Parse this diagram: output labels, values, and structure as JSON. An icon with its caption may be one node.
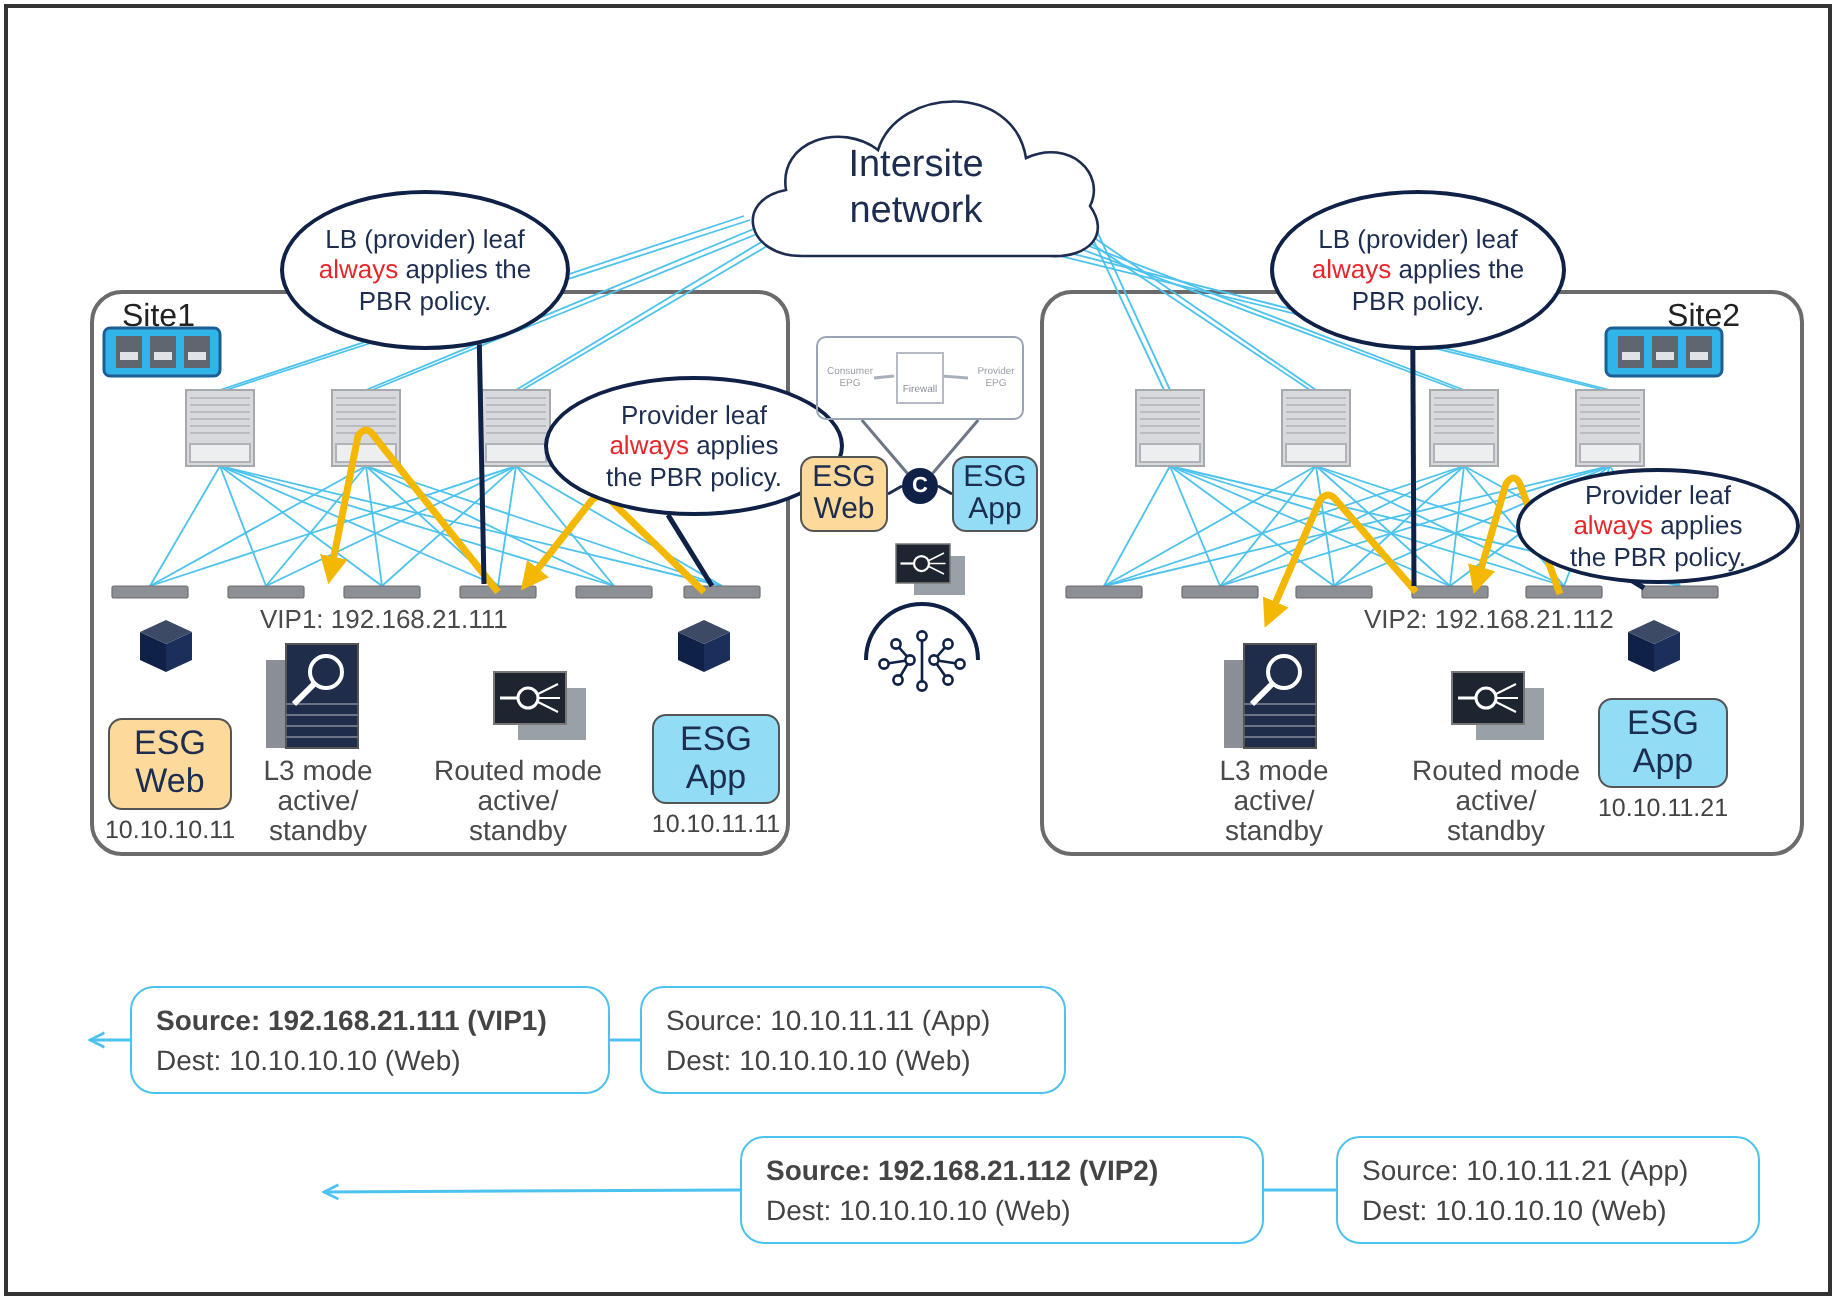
{
  "diagram": {
    "nodes": [
      {
        "text": [
          "Intersite network"
        ]
      },
      {
        "text": [
          "LB (provider) leaf always applies the PBR policy."
        ]
      },
      {
        "text": [
          "Site1"
        ]
      },
      {
        "text": [
          "Provider leaf always applies the PBR policy."
        ]
      },
      {
        "text": [
          "ESG Web"
        ],
        "in": 2,
        "beside": [
          "10.10.10.11"
        ]
      },
      {
        "text": [
          "ESG App"
        ],
        "in": 2,
        "beside": [
          "10.10.11.11"
        ]
      },
      {
        "text": [
          "LB (provider) leaf always applies the PBR policy."
        ]
      },
      {
        "text": [
          "Site2"
        ]
      },
      {
        "text": [
          "Provider leaf always applies the PBR policy."
        ],
        "in": 7
      },
      {
        "text": [
          "ESG App"
        ],
        "in": 7,
        "beside": [
          "10.10.11.21"
        ]
      },
      {
        "text": [],
        "shape": "box"
      },
      {
        "text": [
          "Consumer EPG"
        ],
        "in": 10
      },
      {
        "text": [
          "Firewall"
        ],
        "in": 10
      },
      {
        "text": [
          "Provider EPG"
        ],
        "in": 10
      },
      {
        "text": [
          "ESG Web"
        ]
      },
      {
        "text": [
          "C"
        ]
      },
      {
        "text": [
          "ESG App"
        ]
      },
      {
        "text": [
          "Source: 192.168.21.111 (VIP1)",
          "Dest: 10.10.10.10 (Web)"
        ]
      },
      {
        "text": [
          "Source: 10.10.11.11 (App)",
          "Dest: 10.10.10.10 (Web)"
        ]
      },
      {
        "text": [
          "Source: 192.168.21.112 (VIP2)",
          "Dest: 10.10.10.10 (Web)"
        ]
      },
      {
        "text": [
          "Source: 10.10.11.21 (App)",
          "Dest: 10.10.10.10 (Web)"
        ]
      }
    ],
    "edges": [
      {
        "from": 11,
        "to": 12,
        "arrow": "none",
        "color": "#a9b0bd"
      },
      {
        "from": 12,
        "to": 13,
        "arrow": "none",
        "color": "#a9b0bd"
      },
      {
        "from": 10,
        "to": 15,
        "arrow": "none",
        "color": "#6d7685"
      },
      {
        "from": 10,
        "to": 15,
        "arrow": "none",
        "color": "#6d7685"
      },
      {
        "from": 14,
        "to": 15,
        "arrow": "none",
        "color": "#1d2d50"
      },
      {
        "from": 15,
        "to": 16,
        "arrow": "none",
        "color": "#1d2d50"
      },
      {
        "from": 18,
        "to": 17,
        "arrow": "none",
        "color": "#4cc3ee"
      },
      {
        "from": 17,
        "to": null,
        "arrow": "to",
        "color": "#4cc3ee"
      },
      {
        "from": 20,
        "to": 19,
        "arrow": "none",
        "color": "#4cc3ee"
      },
      {
        "from": 19,
        "to": null,
        "arrow": "to",
        "color": "#4cc3ee"
      },
      {
        "from": 1,
        "to": null,
        "arrow": "none",
        "color": "#0f2147"
      },
      {
        "from": 3,
        "to": null,
        "arrow": "none",
        "color": "#0f2147"
      },
      {
        "from": 6,
        "to": null,
        "arrow": "none",
        "color": "#0f2147"
      },
      {
        "from": 8,
        "to": null,
        "arrow": "none",
        "color": "#0f2147"
      }
    ],
    "labels": [
      "VIP1: 192.168.21.111",
      "L3 mode active/ standby",
      "Routed mode active/ standby",
      "VIP2: 192.168.21.112",
      "L3 mode active/ standby",
      "Routed mode active/ standby"
    ]
  }
}
